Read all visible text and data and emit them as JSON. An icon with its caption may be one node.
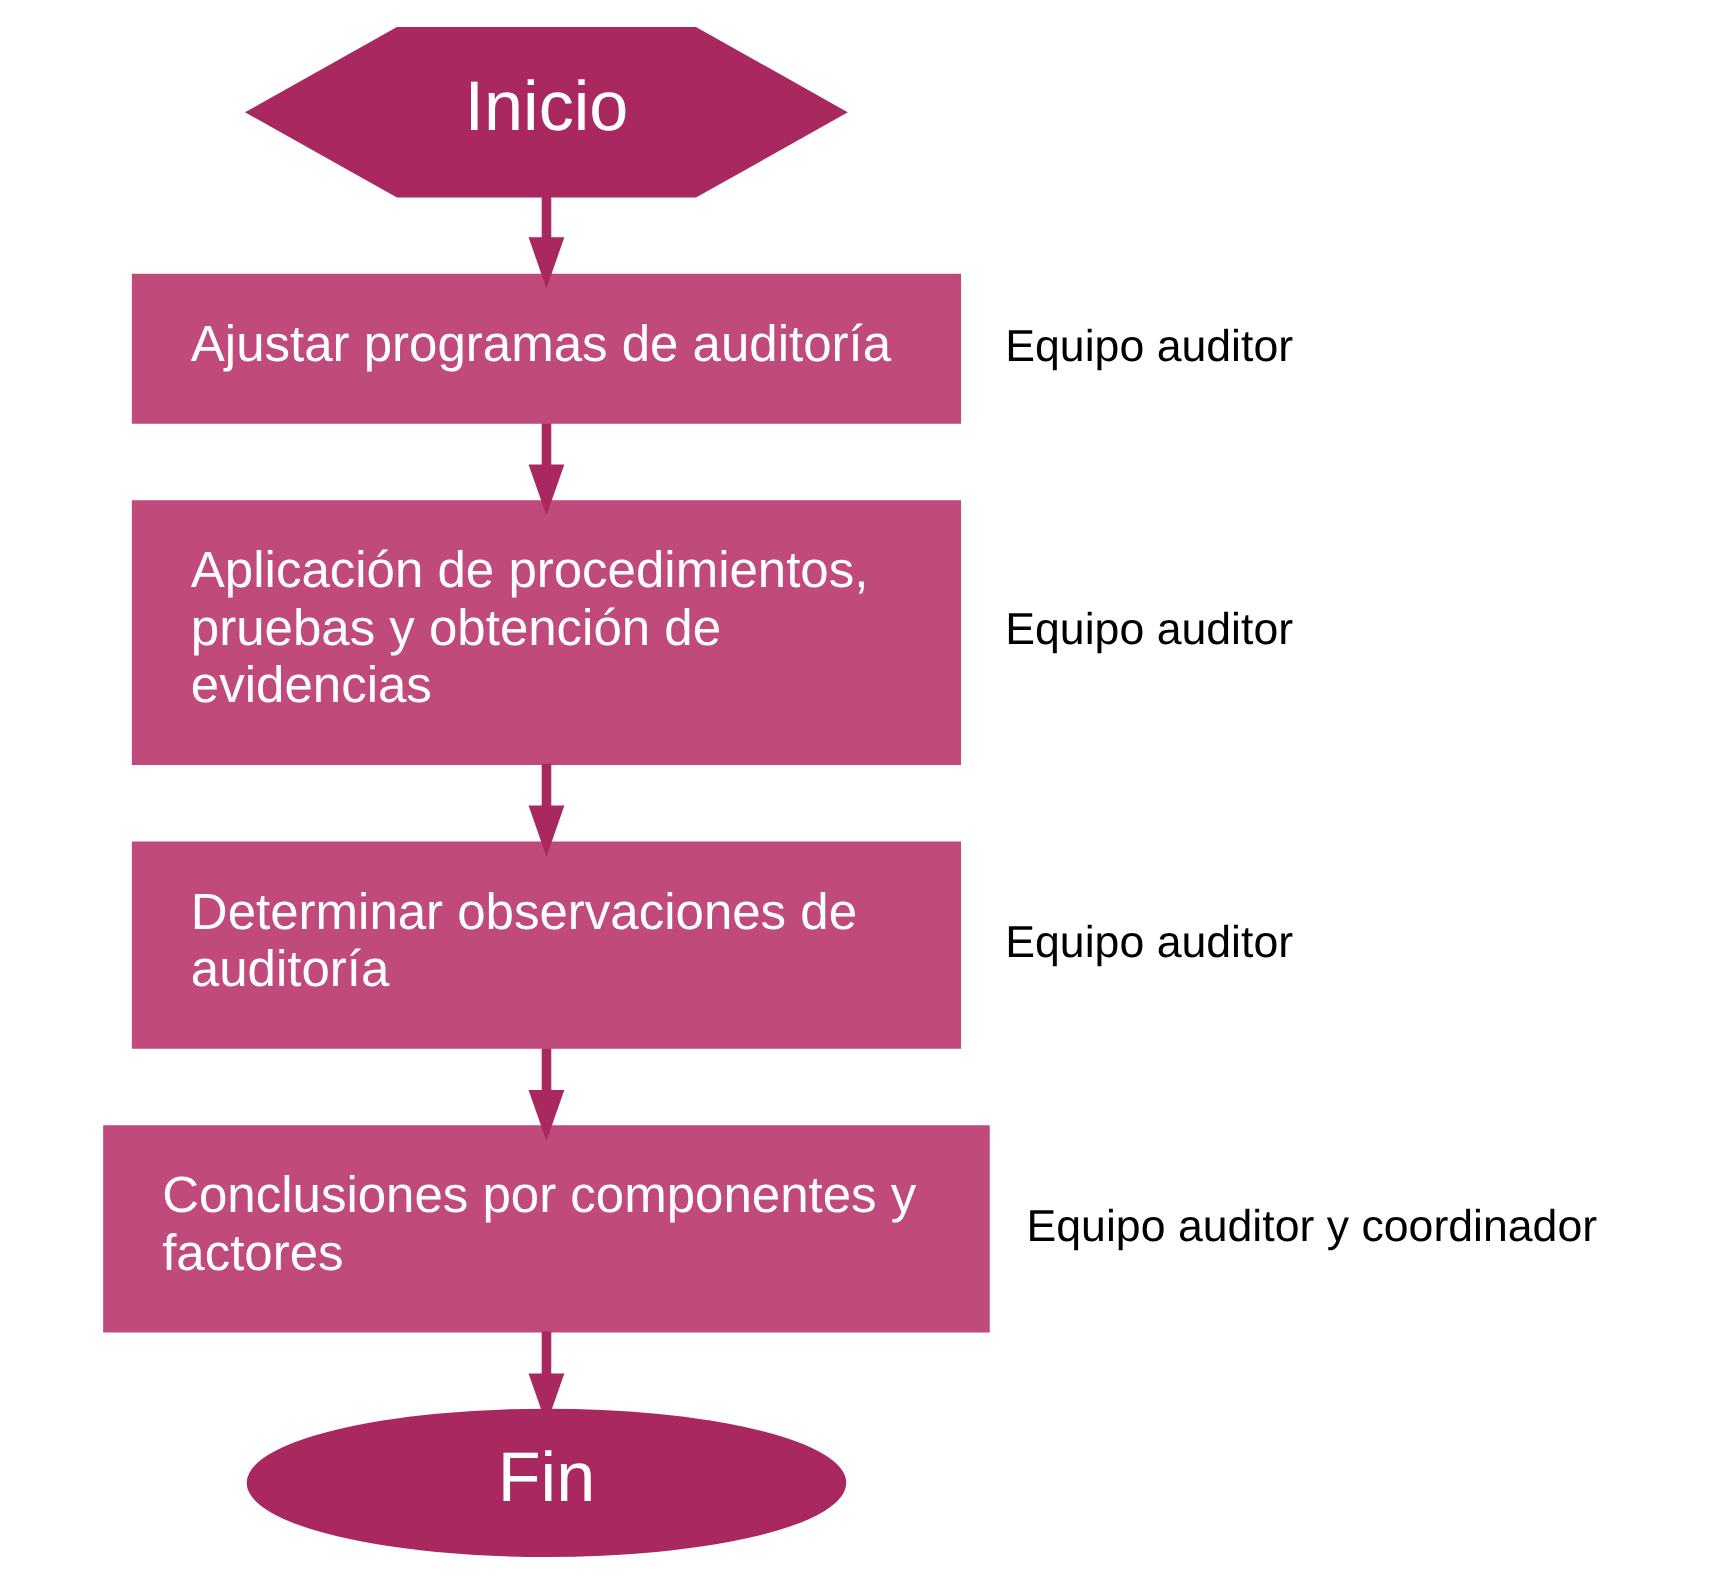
{
  "diagram": {
    "nodes": [
      {
        "text": [
          "Inicio"
        ]
      },
      {
        "text": [
          "Ajustar programas de auditoría"
        ],
        "beside": [
          "Equipo auditor"
        ]
      },
      {
        "text": [
          "Aplicación de procedimientos, pruebas y obtención de evidencias"
        ],
        "beside": [
          "Equipo auditor"
        ]
      },
      {
        "text": [
          "Determinar observaciones de auditoría"
        ],
        "beside": [
          "Equipo auditor"
        ]
      },
      {
        "text": [
          "Conclusiones por componentes y factores"
        ],
        "beside": [
          "Equipo auditor y coordinador"
        ]
      },
      {
        "text": [
          "Fin"
        ]
      }
    ],
    "edges": [
      {
        "from": 0,
        "to": 1,
        "arrow": "to"
      },
      {
        "from": 1,
        "to": 2,
        "arrow": "to"
      },
      {
        "from": 2,
        "to": 3,
        "arrow": "to"
      },
      {
        "from": 3,
        "to": 4,
        "arrow": "to"
      },
      {
        "from": 4,
        "to": 5,
        "arrow": "to"
      }
    ]
  }
}
